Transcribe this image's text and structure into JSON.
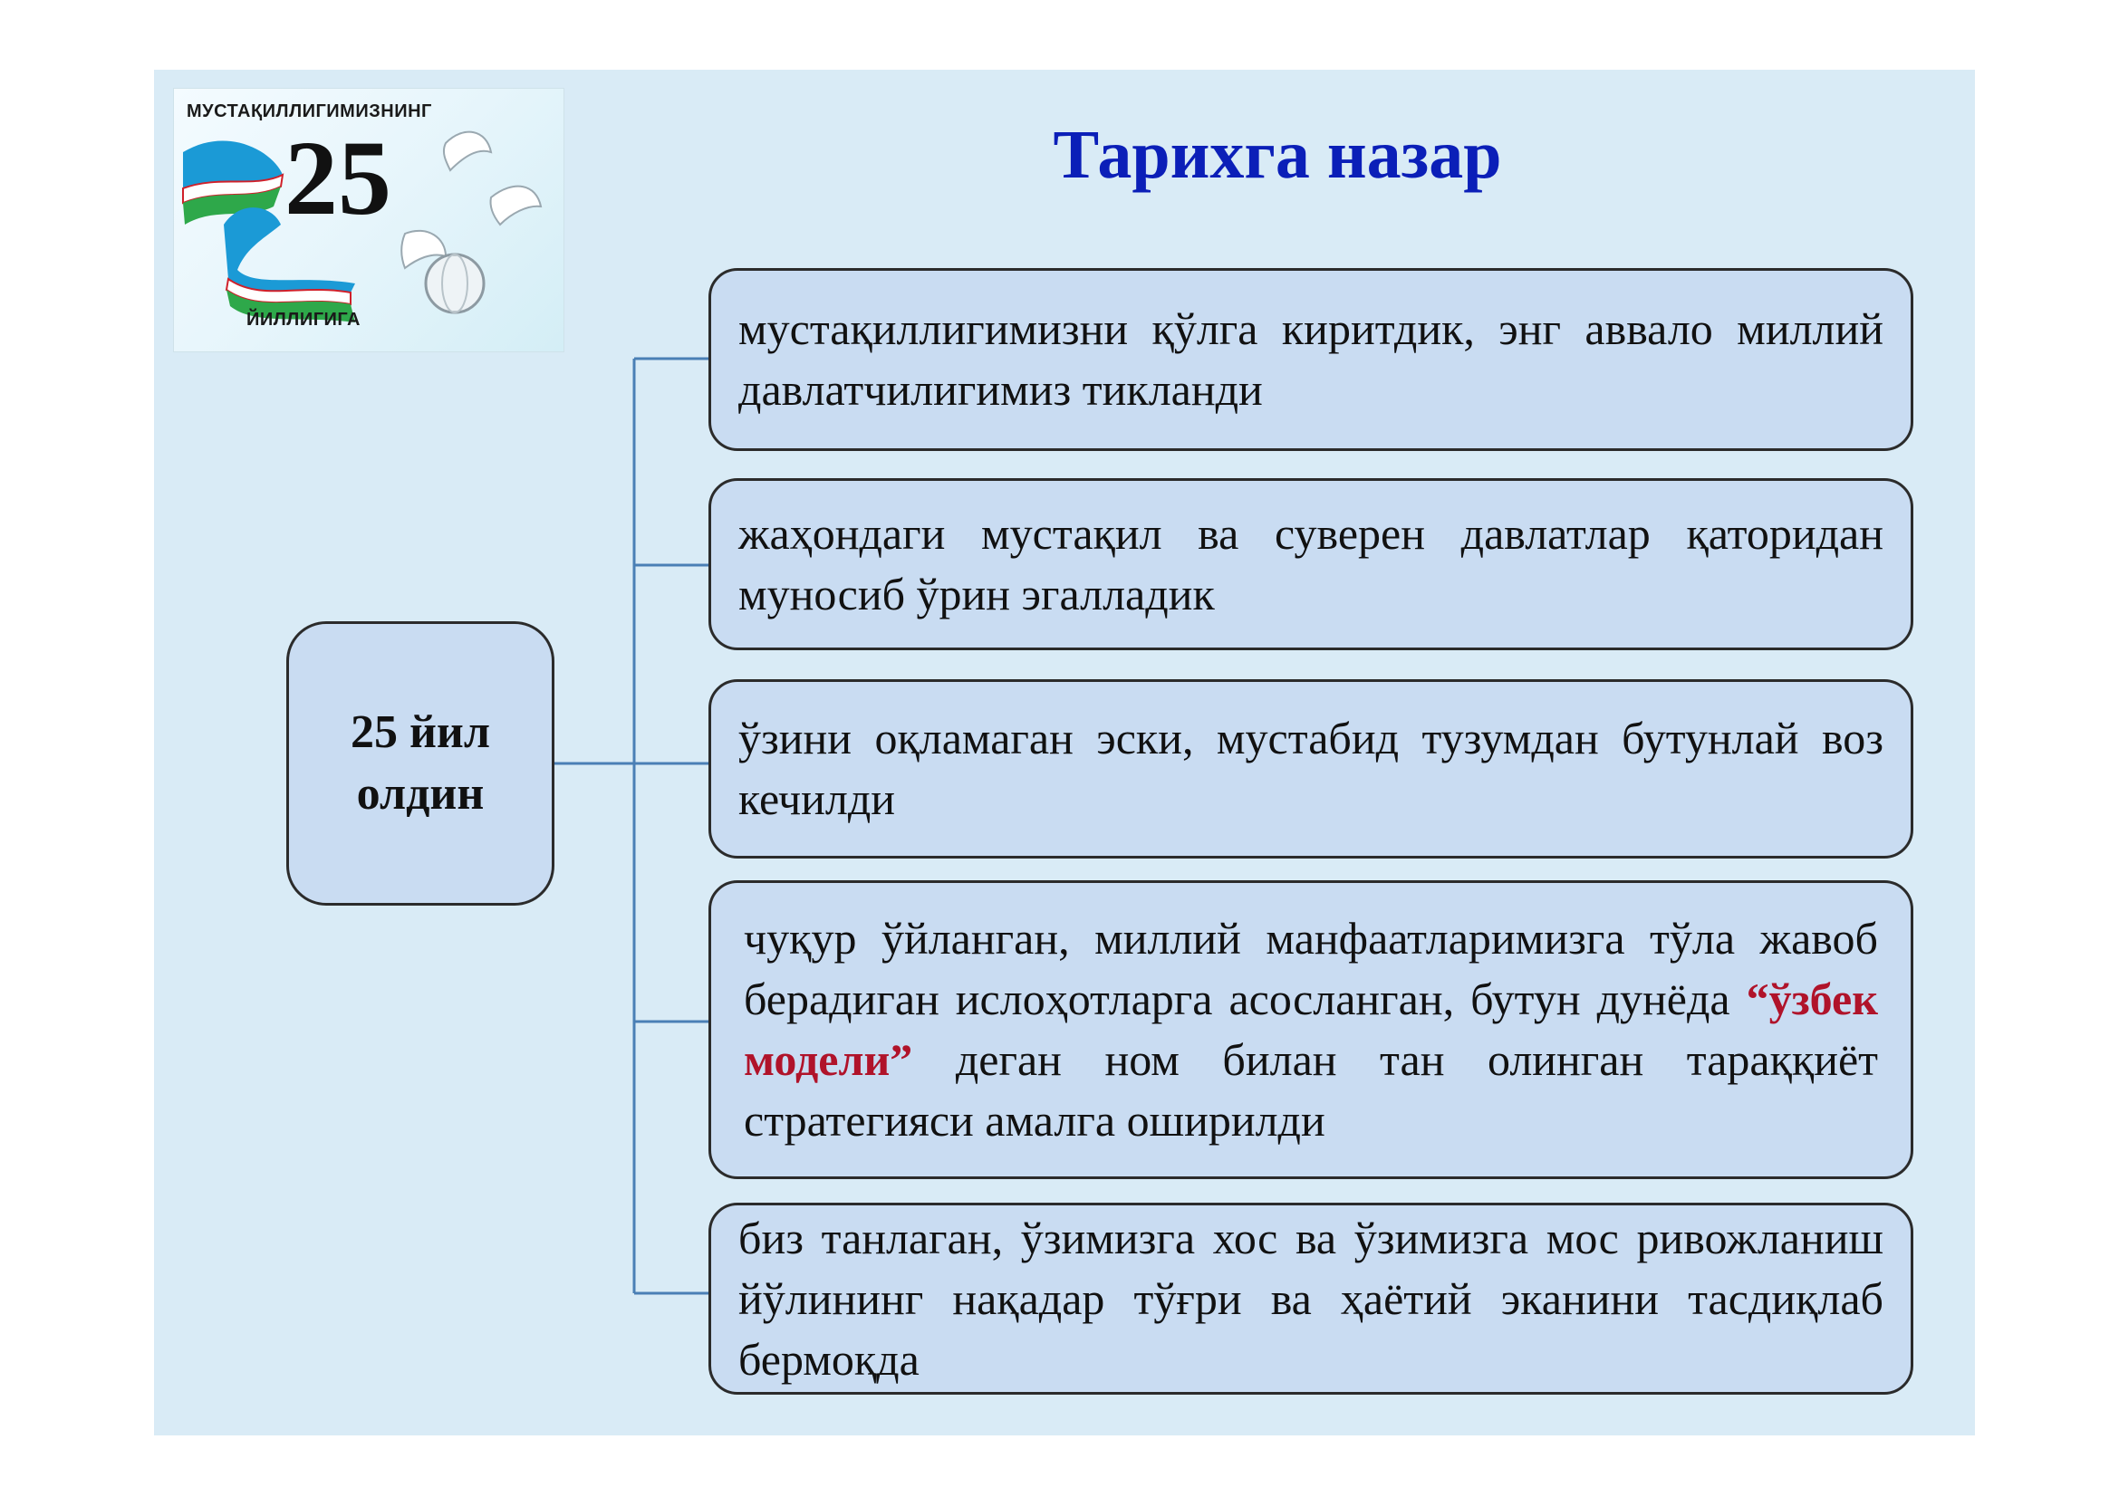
{
  "logo": {
    "top_text": "МУСТАҚИЛЛИГИМИЗНИНГ",
    "number": "25",
    "bottom_text": "ЙИЛЛИГИГА",
    "flag_colors": [
      "#1b9ad6",
      "#ffffff",
      "#2ea84a",
      "#d0202a"
    ]
  },
  "title": "Тарихга назар",
  "root": {
    "label": "25 йил олдин"
  },
  "items": [
    {
      "text": "мустақиллигимизни қўлга киритдик, энг аввало миллий давлатчилигимиз тикланди"
    },
    {
      "text": "жаҳондаги мустақил ва суверен давлатлар қаторидан муносиб ўрин эгалладик"
    },
    {
      "text": "ўзини оқламаган эски, мустабид тузумдан бутунлай воз кечилди"
    },
    {
      "text_before": "чуқур ўйланган, миллий манфаатларимизга тўла жавоб берадиган ислоҳотларга асосланган, бутун дунёда ",
      "highlight": "“ўзбек модели”",
      "text_after": " деган ном билан тан олинган тараққиёт стратегияси амалга оширилди"
    },
    {
      "text": "биз танлаган, ўзимизга хос ва ўзимизга мос ривожланиш йўлининг нақадар тўғри ва ҳаётий эканини тасдиқлаб бермоқда"
    }
  ],
  "colors": {
    "slide_bg": "#d9ebf6",
    "box_fill": "#c9dcf2",
    "title": "#0b1fb8",
    "connector": "#4a7fb5",
    "highlight": "#b0132a"
  }
}
